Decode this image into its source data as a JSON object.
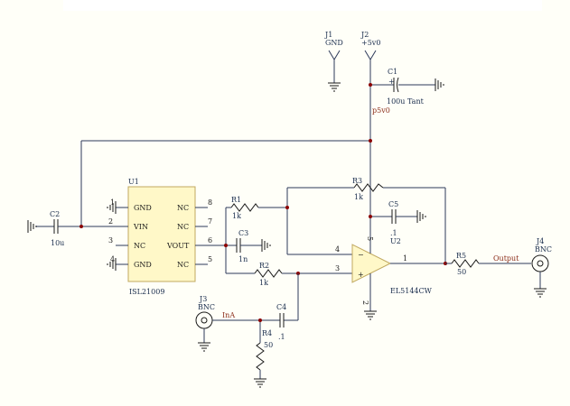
{
  "components": {
    "j1": {
      "ref": "J1",
      "name": "GND"
    },
    "j2": {
      "ref": "J2",
      "name": "+5v0"
    },
    "j3": {
      "ref": "J3",
      "name": "BNC"
    },
    "j4": {
      "ref": "J4",
      "name": "BNC"
    },
    "c1": {
      "ref": "C1",
      "value": "100u Tant",
      "pol": "+"
    },
    "c2": {
      "ref": "C2",
      "value": "10u"
    },
    "c3": {
      "ref": "C3",
      "value": "1n"
    },
    "c4": {
      "ref": "C4",
      "value": ".1"
    },
    "c5": {
      "ref": "C5",
      "value": ".1"
    },
    "r1": {
      "ref": "R1",
      "value": "1k"
    },
    "r2": {
      "ref": "R2",
      "value": "1k"
    },
    "r3": {
      "ref": "R3",
      "value": "1k"
    },
    "r4": {
      "ref": "R4",
      "value": "50"
    },
    "r5": {
      "ref": "R5",
      "value": "50"
    },
    "u1": {
      "ref": "U1",
      "part": "ISL21009",
      "left_pins": [
        {
          "num": "1",
          "name": "GND"
        },
        {
          "num": "2",
          "name": "VIN"
        },
        {
          "num": "3",
          "name": "NC"
        },
        {
          "num": "4",
          "name": "GND"
        }
      ],
      "right_pins": [
        {
          "num": "8",
          "name": "NC"
        },
        {
          "num": "7",
          "name": "NC"
        },
        {
          "num": "6",
          "name": "VOUT"
        },
        {
          "num": "5",
          "name": "NC"
        }
      ]
    },
    "u2": {
      "ref": "U2",
      "part": "EL5144CW",
      "pins": {
        "inv": "4",
        "noninv": "3",
        "out": "1",
        "vplus": "5",
        "vminus": "2"
      },
      "inv_sign": "−",
      "noninv_sign": "+"
    }
  },
  "nets": {
    "p5v0": "p5v0",
    "inA": "InA",
    "output": "Output"
  }
}
